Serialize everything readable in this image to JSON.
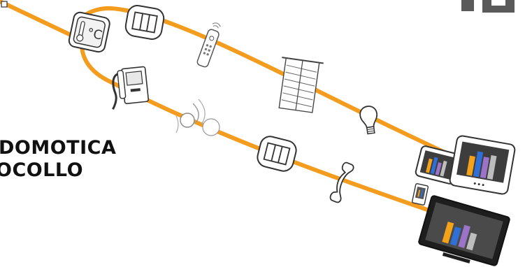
{
  "headline": {
    "line1": "DOMOTICA",
    "line2": "OCOLLO"
  },
  "colors": {
    "bus_line": "#f39c1e",
    "device_stroke": "#333333",
    "screen_dark": "#3d3d3d",
    "bar_orange": "#f5a21b",
    "bar_blue": "#2f6fd6",
    "bar_purple": "#9b74c9",
    "bar_gray": "#bdbdbd"
  },
  "devices": [
    {
      "name": "thermostat-icon",
      "label": "°C"
    },
    {
      "name": "light-switch-icon"
    },
    {
      "name": "remote-control-icon"
    },
    {
      "name": "window-blinds-icon"
    },
    {
      "name": "light-bulb-icon"
    },
    {
      "name": "video-intercom-icon"
    },
    {
      "name": "sound-waves-icon"
    },
    {
      "name": "light-switch-icon"
    },
    {
      "name": "telephone-handset-icon"
    },
    {
      "name": "tablet-icon"
    },
    {
      "name": "monitor-icon"
    },
    {
      "name": "smartphone-icon"
    },
    {
      "name": "television-icon"
    }
  ]
}
